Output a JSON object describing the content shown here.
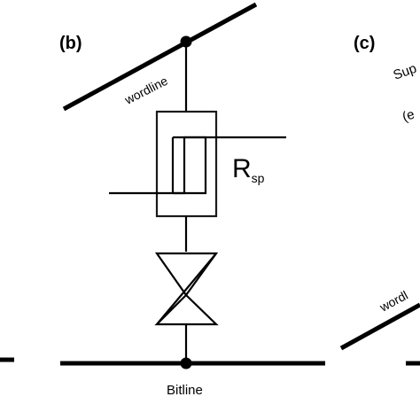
{
  "panels": {
    "b": {
      "label": "(b)"
    },
    "c": {
      "label": "(c)"
    }
  },
  "cell": {
    "wordline_label": "wordline",
    "bitline_label": "Bitline",
    "resistor_label": "R",
    "resistor_subscript": "sp"
  },
  "panel_c_partial": {
    "text_top": "Sup",
    "text_paren": "(e",
    "text_wordline": "wordl"
  },
  "colors": {
    "ink": "#000000",
    "background": "#ffffff"
  }
}
